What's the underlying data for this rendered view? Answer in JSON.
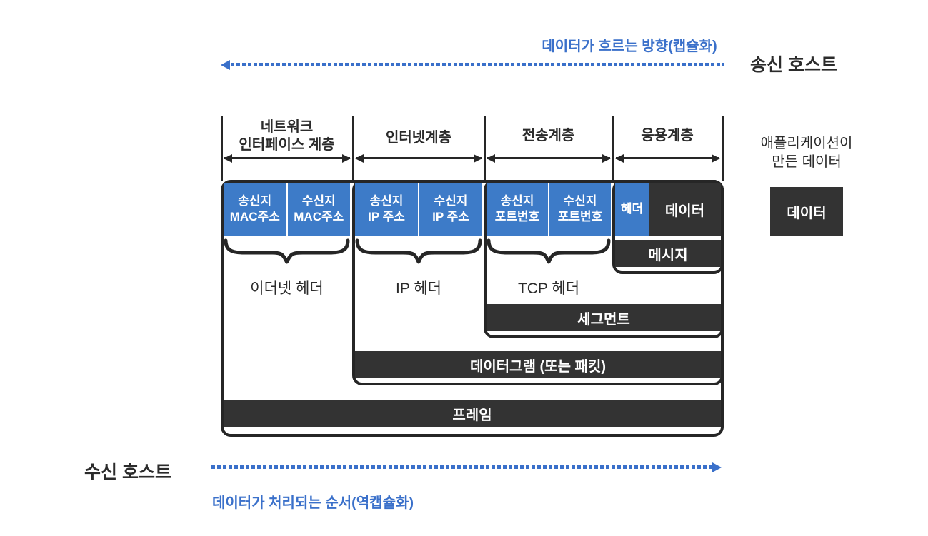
{
  "colors": {
    "accent_blue": "#3A70CA",
    "box_blue": "#3D7BC8",
    "box_dark": "#333333",
    "line_dark": "#262626",
    "text_dark": "#2B2B2B"
  },
  "top_flow": {
    "caption": "데이터가 흐르는 방향(캡슐화)",
    "host": "송신 호스트"
  },
  "bottom_flow": {
    "caption": "데이터가 처리되는 순서(역캡슐화)",
    "host": "수신 호스트"
  },
  "layers": [
    {
      "line1": "네트워크",
      "line2": "인터페이스 계층"
    },
    {
      "line1": "인터넷계층"
    },
    {
      "line1": "전송계층"
    },
    {
      "line1": "응용계층"
    }
  ],
  "field_groups": [
    {
      "cells": [
        {
          "line1": "송신지",
          "line2": "MAC주소"
        },
        {
          "line1": "수신지",
          "line2": "MAC주소"
        }
      ]
    },
    {
      "cells": [
        {
          "line1": "송신지",
          "line2": "IP 주소"
        },
        {
          "line1": "수신지",
          "line2": "IP 주소"
        }
      ]
    },
    {
      "cells": [
        {
          "line1": "송신지",
          "line2": "포트번호"
        },
        {
          "line1": "수신지",
          "line2": "포트번호"
        }
      ]
    }
  ],
  "app_layer": {
    "header": "헤더",
    "data": "데이터"
  },
  "header_braces": [
    {
      "label": "이더넷 헤더"
    },
    {
      "label": "IP 헤더"
    },
    {
      "label": "TCP 헤더"
    }
  ],
  "pdus": {
    "message": "메시지",
    "segment": "세그먼트",
    "datagram": "데이터그램 (또는 패킷)",
    "frame": "프레임"
  },
  "application": {
    "line1": "애플리케이션이",
    "line2": "만든 데이터",
    "data": "데이터"
  }
}
